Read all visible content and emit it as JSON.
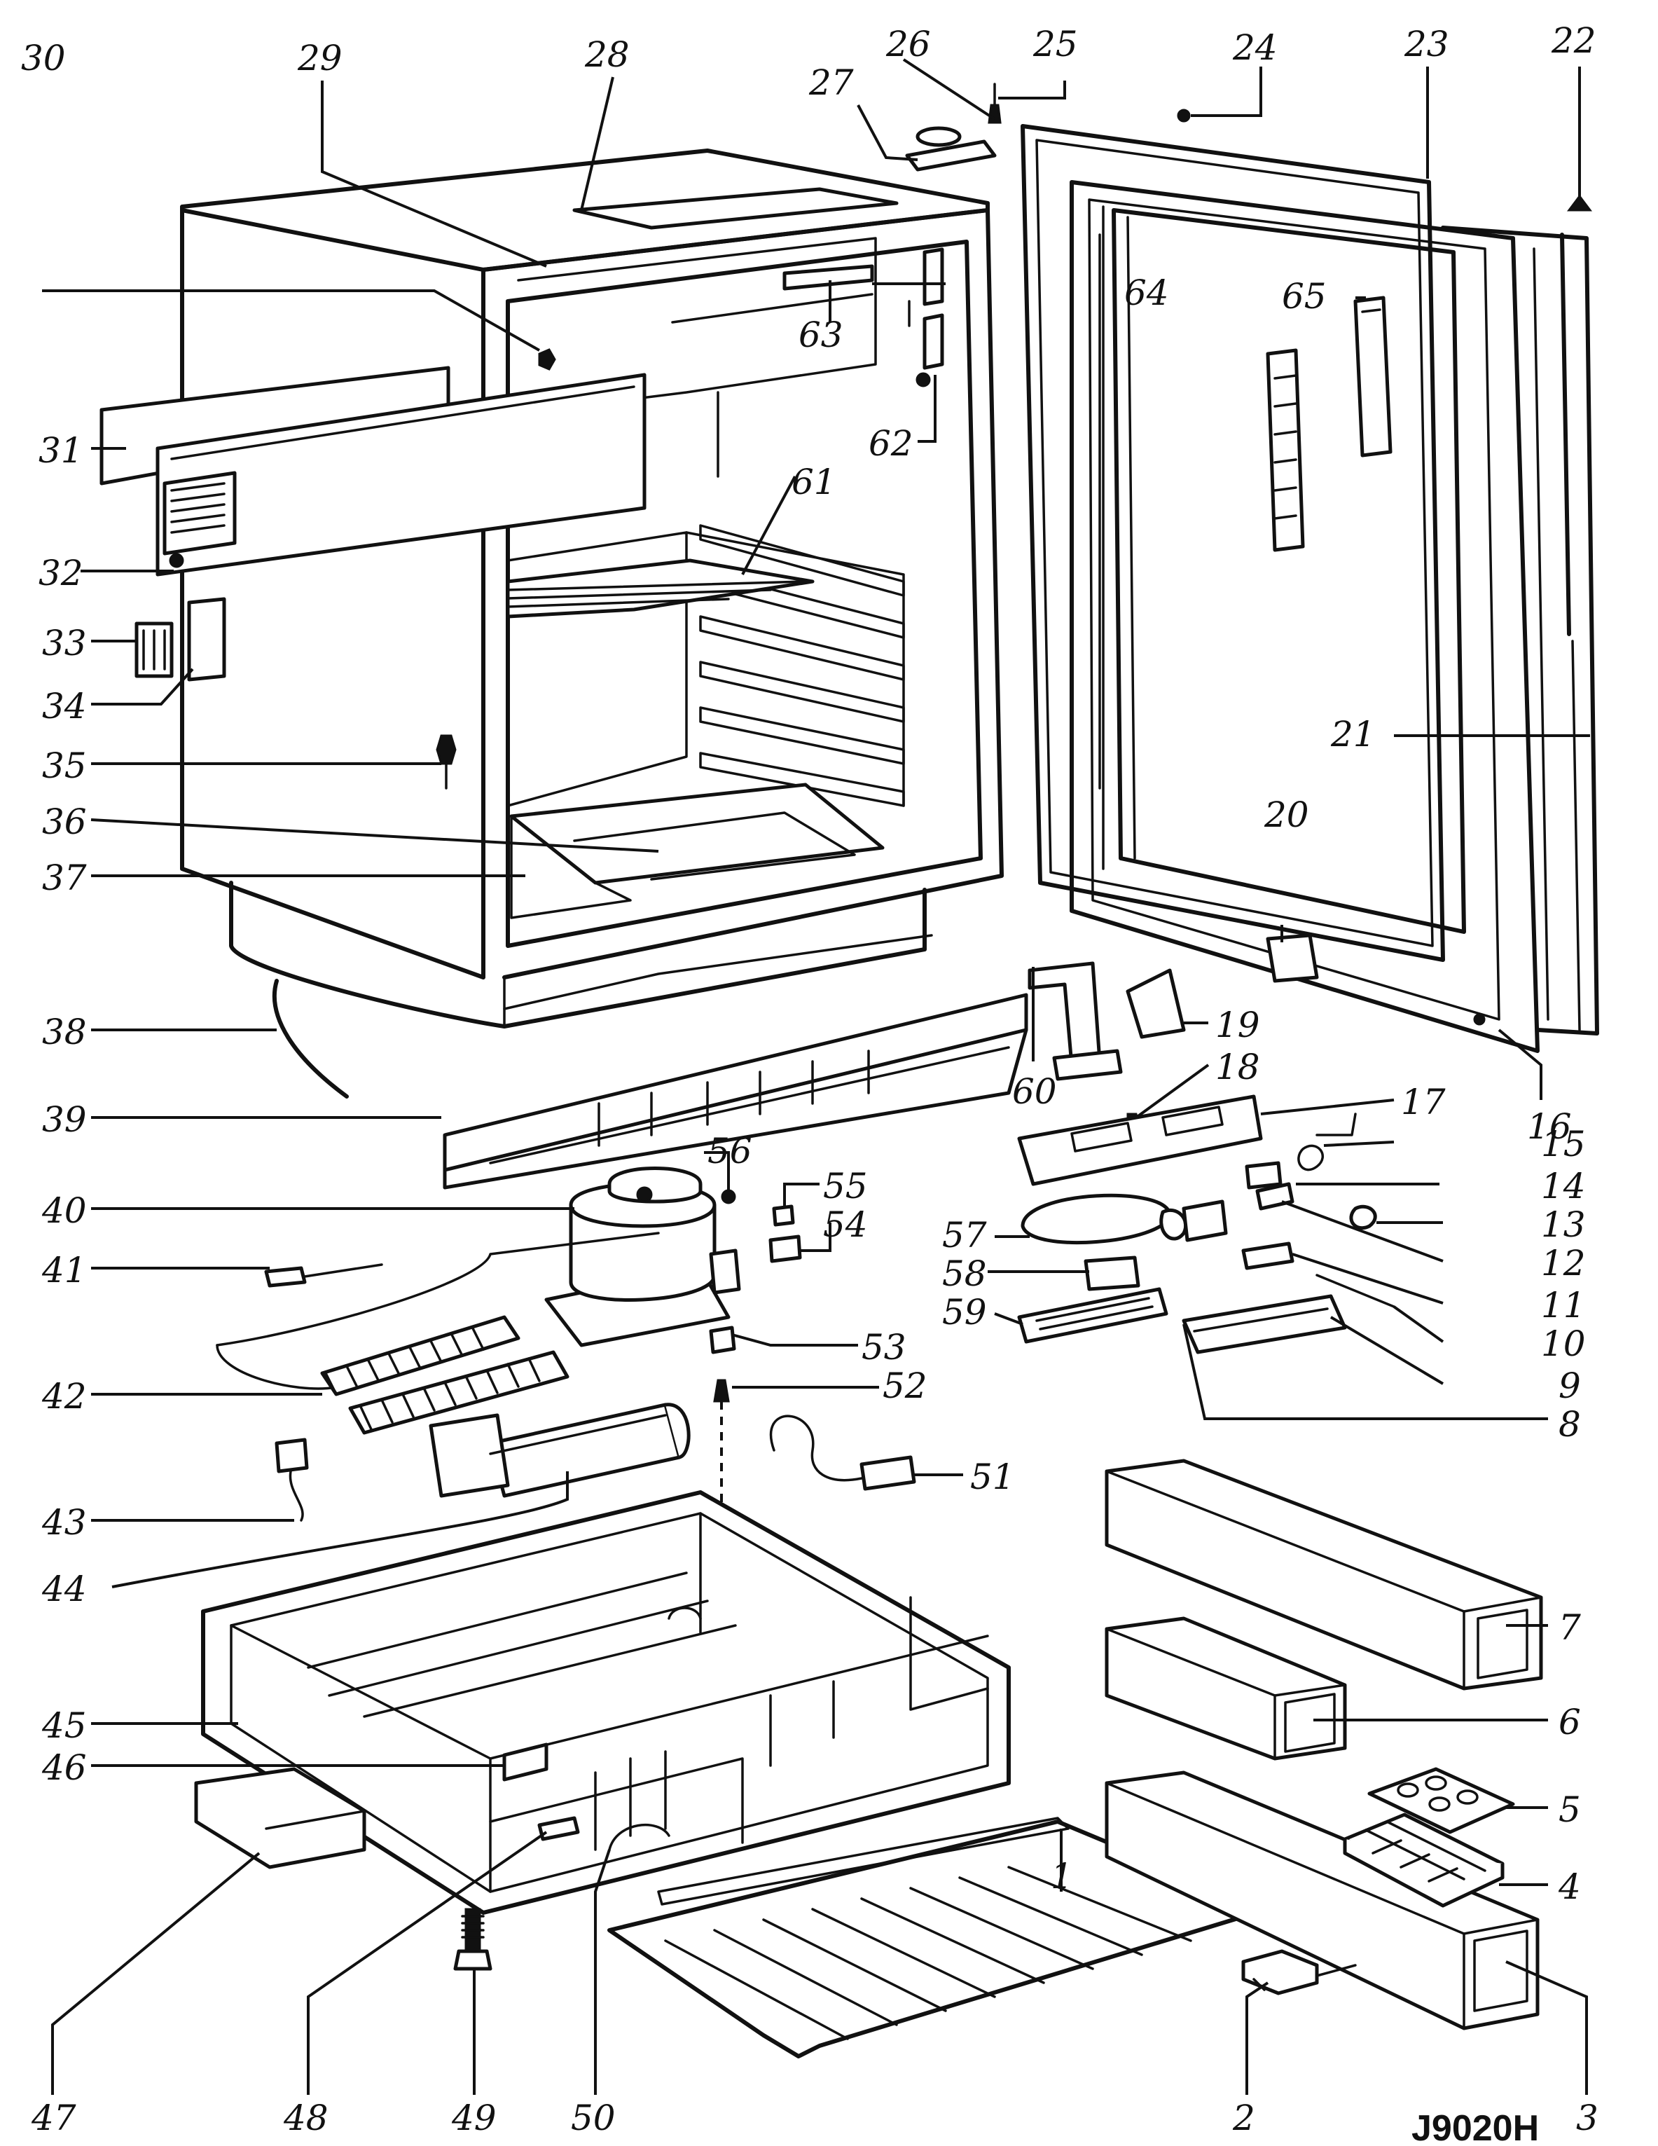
{
  "diagram": {
    "drawing_code": "J9020H",
    "callouts": [
      {
        "id": "c1",
        "text": "1"
      },
      {
        "id": "c2",
        "text": "2"
      },
      {
        "id": "c3",
        "text": "3"
      },
      {
        "id": "c4",
        "text": "4"
      },
      {
        "id": "c5",
        "text": "5"
      },
      {
        "id": "c6",
        "text": "6"
      },
      {
        "id": "c7",
        "text": "7"
      },
      {
        "id": "c8",
        "text": "8"
      },
      {
        "id": "c9",
        "text": "9"
      },
      {
        "id": "c10",
        "text": "10"
      },
      {
        "id": "c11",
        "text": "11"
      },
      {
        "id": "c12",
        "text": "12"
      },
      {
        "id": "c13",
        "text": "13"
      },
      {
        "id": "c14",
        "text": "14"
      },
      {
        "id": "c15",
        "text": "15"
      },
      {
        "id": "c16",
        "text": "16"
      },
      {
        "id": "c17",
        "text": "17"
      },
      {
        "id": "c18",
        "text": "18"
      },
      {
        "id": "c19",
        "text": "19"
      },
      {
        "id": "c20",
        "text": "20"
      },
      {
        "id": "c21",
        "text": "21"
      },
      {
        "id": "c22",
        "text": "22"
      },
      {
        "id": "c23",
        "text": "23"
      },
      {
        "id": "c24",
        "text": "24"
      },
      {
        "id": "c25",
        "text": "25"
      },
      {
        "id": "c26",
        "text": "26"
      },
      {
        "id": "c27",
        "text": "27"
      },
      {
        "id": "c28",
        "text": "28"
      },
      {
        "id": "c29",
        "text": "29"
      },
      {
        "id": "c30",
        "text": "30"
      },
      {
        "id": "c31",
        "text": "31"
      },
      {
        "id": "c32",
        "text": "32"
      },
      {
        "id": "c33",
        "text": "33"
      },
      {
        "id": "c34",
        "text": "34"
      },
      {
        "id": "c35",
        "text": "35"
      },
      {
        "id": "c36",
        "text": "36"
      },
      {
        "id": "c37",
        "text": "37"
      },
      {
        "id": "c38",
        "text": "38"
      },
      {
        "id": "c39",
        "text": "39"
      },
      {
        "id": "c40",
        "text": "40"
      },
      {
        "id": "c41",
        "text": "41"
      },
      {
        "id": "c42",
        "text": "42"
      },
      {
        "id": "c43",
        "text": "43"
      },
      {
        "id": "c44",
        "text": "44"
      },
      {
        "id": "c45",
        "text": "45"
      },
      {
        "id": "c46",
        "text": "46"
      },
      {
        "id": "c47",
        "text": "47"
      },
      {
        "id": "c48",
        "text": "48"
      },
      {
        "id": "c49",
        "text": "49"
      },
      {
        "id": "c50",
        "text": "50"
      },
      {
        "id": "c51",
        "text": "51"
      },
      {
        "id": "c52",
        "text": "52"
      },
      {
        "id": "c53",
        "text": "53"
      },
      {
        "id": "c54",
        "text": "54"
      },
      {
        "id": "c55",
        "text": "55"
      },
      {
        "id": "c56",
        "text": "56"
      },
      {
        "id": "c57",
        "text": "57"
      },
      {
        "id": "c58",
        "text": "58"
      },
      {
        "id": "c59",
        "text": "59"
      },
      {
        "id": "c60",
        "text": "60"
      },
      {
        "id": "c61",
        "text": "61"
      },
      {
        "id": "c62",
        "text": "62"
      },
      {
        "id": "c63",
        "text": "63"
      },
      {
        "id": "c64",
        "text": "64"
      },
      {
        "id": "c65",
        "text": "65"
      }
    ]
  }
}
